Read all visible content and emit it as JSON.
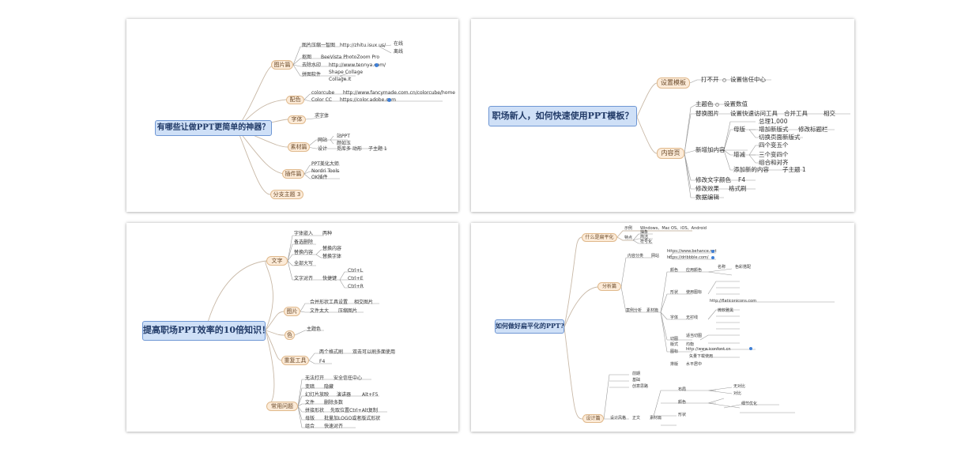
{
  "panel1": {
    "root": "有哪些让做PPT更简单的神器？",
    "branches": {
      "tupian": "图片篇",
      "peise": "配色",
      "ziti": "字体",
      "sucai": "素材篇",
      "chajian": "插件篇",
      "fenzhi": "分支主题 3"
    },
    "leaves": {
      "l1": "图片压缩一智图",
      "l1b": "http://zhitu.isux.us/",
      "l1c": "在线",
      "l1d": "离线",
      "l2": "抠图",
      "l2b": "BeeVista PhotoZoom Pro",
      "l3": "去除水印",
      "l3b": "http://www.tennya.com/",
      "l4": "拼图软件",
      "l4b": "Shape Collage",
      "l4c": "Collage It",
      "l5": "colorcube",
      "l5b": "http://www.fancymade.com.cn/colorcube/home",
      "l6": "Color CC",
      "l6b": "https://color.adobe.com",
      "l7": "求字体",
      "l8": "网站",
      "l8b": "站PPT",
      "l8c": "颜如玉",
      "l9": "设计",
      "l9b": "觅库多 动形",
      "l9c": "子主题 1",
      "l10": "PPT美化大师",
      "l11": "Nordri Tools",
      "l12": "OK插件"
    }
  },
  "panel2": {
    "root": "职场新人，如何快速使用PPT模板？",
    "branches": {
      "shezhi": "设置模板",
      "neirong": "内容页"
    },
    "leaves": {
      "a1": "打不开",
      "a2": "设置信任中心",
      "b1": "主题色",
      "b2": "设置数值",
      "c1": "替换图片",
      "c2": "设置快速访问工具",
      "c3": "合并工具",
      "c4": "相交",
      "d0": "新增加内容",
      "d1": "总理1,000",
      "d2": "母版",
      "d3": "增加新版式",
      "d4": "修改标题栏",
      "d5": "切换页面新版式",
      "d6": "增减",
      "d7": "四个变五个",
      "d8": "三个变四个",
      "d9": "组合和对齐",
      "d10": "添加新的内容",
      "d11": "子主题 1",
      "e1": "修改文字颜色",
      "e2": "F4",
      "f1": "修改效果",
      "f2": "格式刷",
      "g1": "数据编辑"
    }
  },
  "panel3": {
    "root": "提高职场PPT效率的10倍知识！",
    "branches": {
      "wenzi": "文字",
      "tupian": "图片",
      "se": "色",
      "chongfu": "重复工具",
      "wenti": "常用问题"
    },
    "leaves": {
      "w1": "字体嵌入",
      "w1b": "两种",
      "w2": "备选删除",
      "w3": "替换内容",
      "w3b": "替换内容",
      "w3c": "替换字体",
      "w4": "全部大写",
      "w5": "文字对齐",
      "w5b": "快捷键",
      "w5c": "Ctrl+L",
      "w5d": "Ctrl+E",
      "w5e": "Ctrl+R",
      "t1": "合并形状工具设置",
      "t1b": "相交图片",
      "t2": "文件太大",
      "t2b": "压缩图片",
      "s1": "主题色",
      "c1": "两个格式刷",
      "c1b": "双击可以刷多面使用",
      "c2": "F4",
      "q1": "无法打开",
      "q1b": "安全信任中心",
      "q2": "变暗",
      "q2b": "隐藏",
      "q3": "幻灯片放映",
      "q3b": "演讲器",
      "q3c": "Alt+F5",
      "q4": "文件",
      "q4b": "删除多数",
      "q5": "拼接形状",
      "q5b": "先取位置Ctrl+Alt复制",
      "q6": "母版",
      "q6b": "批量加LOGO或者版式形状",
      "q7": "组合",
      "q7b": "快速对齐"
    }
  },
  "panel4": {
    "root": "如何做好扁平化的PPT?",
    "branches": {
      "shenme": "什么是扁平化",
      "fenxi": "分析篇",
      "sheji": "设计篇"
    },
    "leaves": {
      "s1": "示例",
      "s1b": "Windows、Mac OS、iOS、Android",
      "s2": "特点",
      "s2b": "抽象",
      "s2c": "简洁",
      "s2d": "符号化",
      "f1": "内容分类",
      "f1b": "网站",
      "f1c": "https://www.behance.net",
      "f1d": "https://dribbble.com/",
      "f2": "案例分析",
      "f2b": "素材篇",
      "f3": "颜色",
      "f3b": "应用颜色",
      "f3c": "名称",
      "f3d": "色彩搭配",
      "f4": "形状",
      "f4b": "使用图标",
      "f4c": "http://flaticonicons.com",
      "f5": "字体",
      "f5b": "无衬线",
      "f5c": "微软雅黑",
      "f6": "图标",
      "f6b": "http://www.iconfont.cn",
      "f6c": "矢量下载使用",
      "f7": "切图",
      "f7b": "适当切图",
      "f8": "版式",
      "f8b": "均衡",
      "f9": "排版",
      "f9b": "水平居中",
      "g1": "前期",
      "g2": "基础",
      "g3": "创意思路",
      "g4": "布局",
      "g5": "颜色",
      "g6": "形状",
      "g7": "无对比",
      "g8": "对比",
      "g9": "细节优化",
      "d1": "设计风格",
      "d2": "正文",
      "d3": "素材篇"
    }
  }
}
